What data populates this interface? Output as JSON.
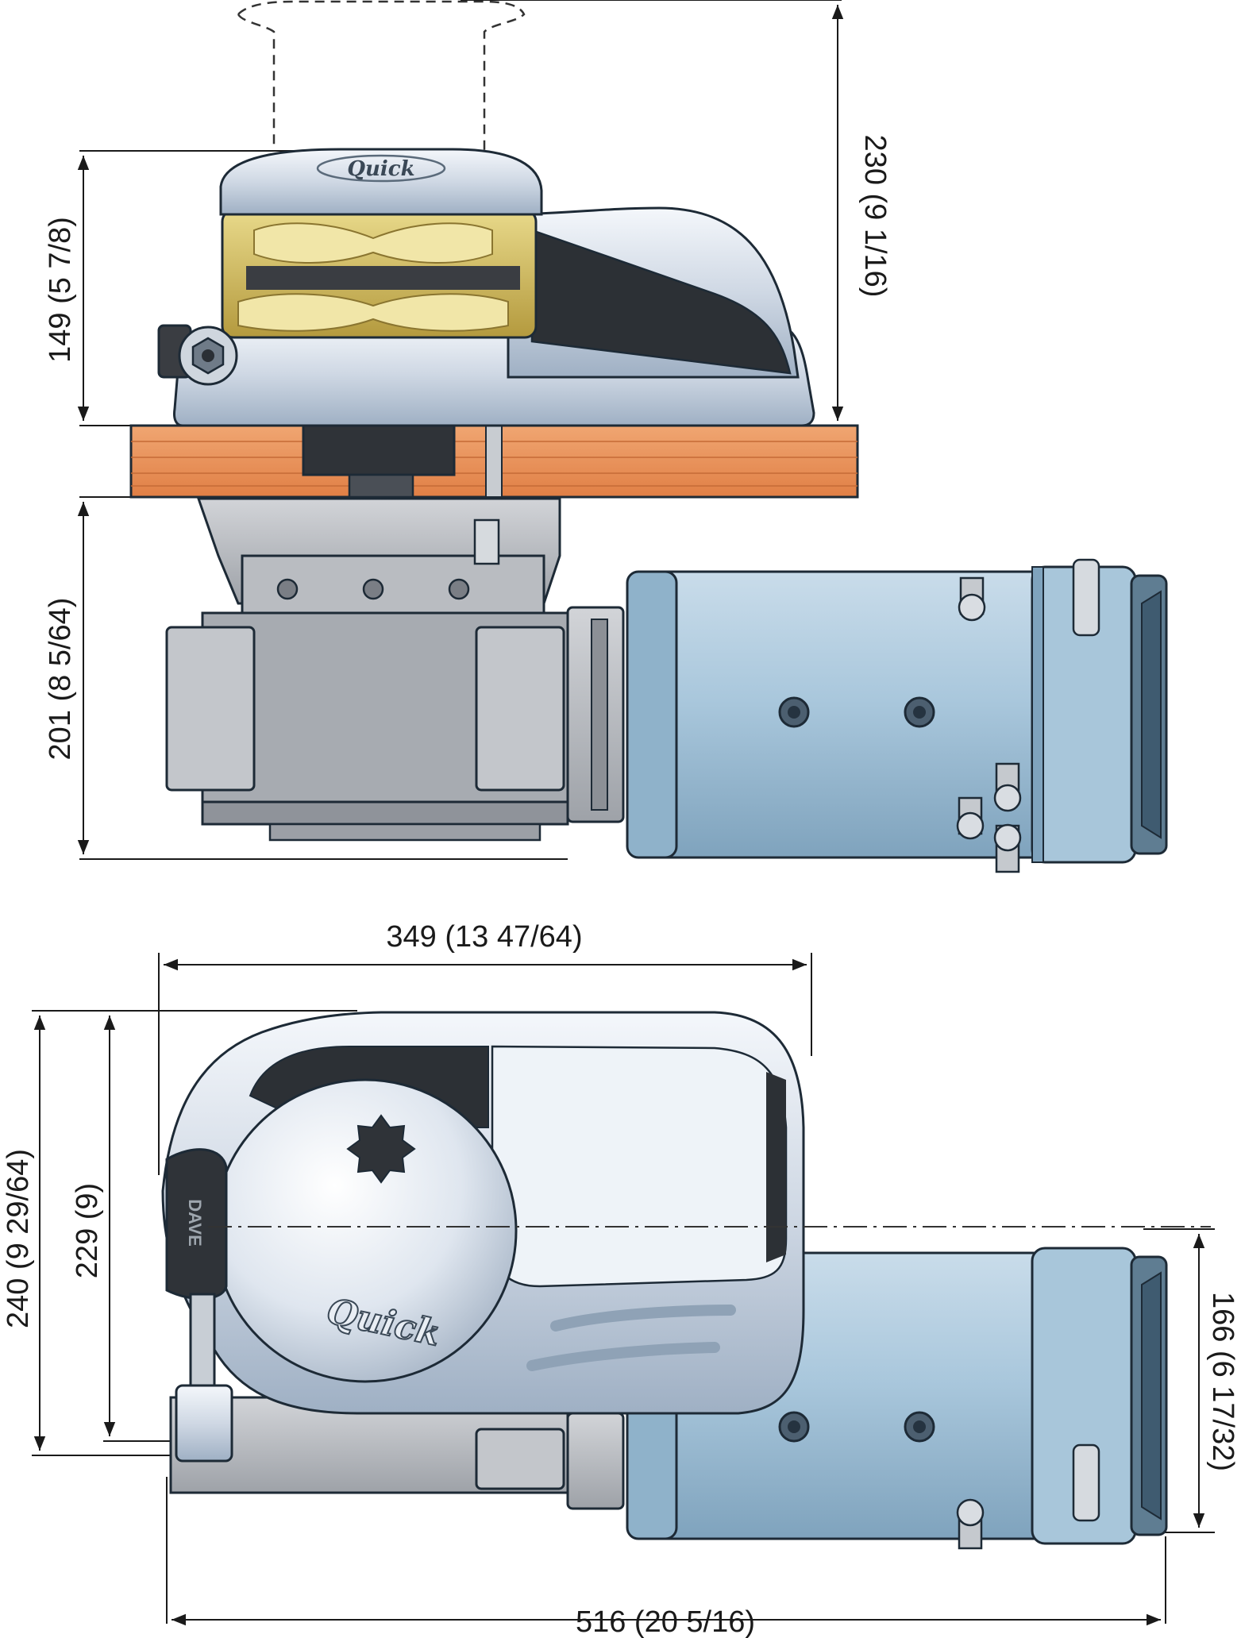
{
  "side_view": {
    "brand": "Quick",
    "dimensions": {
      "above_deck_height": "149 (5 7/8)",
      "total_height": "230 (9 1/16)",
      "below_deck_height": "201 (8 5/64)"
    }
  },
  "top_view": {
    "brand": "Quick",
    "lever_mark": "DAVE",
    "dimensions": {
      "cover_length": "349 (13 47/64)",
      "overall_width": "240 (9 29/64)",
      "cover_width": "229 (9)",
      "motor_diameter": "166 (6 17/32)",
      "overall_length": "516 (20 5/16)"
    }
  },
  "colors": {
    "deck_wood": "#e8935c",
    "motor_blue": "#9cc0d8",
    "gearbox_grey": "#b3b6bc",
    "chrome": "#d9e0ea",
    "bronze_gypsy": "#c9b35a"
  }
}
